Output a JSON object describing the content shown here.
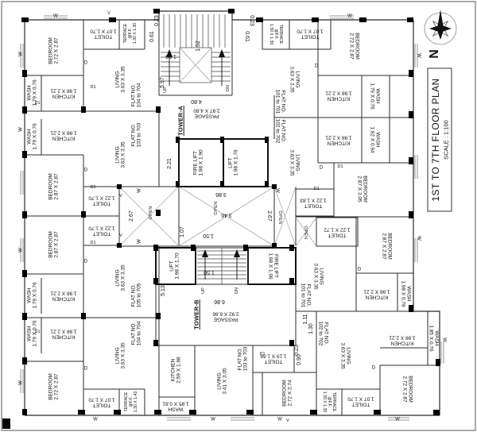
{
  "title_block": {
    "title": "1ST TO 7TH FLOOR PLAN",
    "scale": "SCALE : 1:100"
  },
  "compass": {
    "north": "N"
  },
  "markers": {
    "window": "W",
    "door": "D",
    "door_small": "D1",
    "vent": "V",
    "open": "OPEN",
    "up": "UP",
    "down": "DN"
  },
  "tower_a": {
    "name": "TOWER-A",
    "passage": "PASSAGE\n2.97 X 4.80",
    "passage_width": "4.80",
    "fire_lift": "FIRE LIFT\n1.98 X 1.90",
    "lift": "LIFT\n1.98 X 1.76",
    "flight_width": "1.52",
    "landing_width": "1.50",
    "stair_length": "5.97",
    "side_offset": "0.61",
    "parapet": "0.23"
  },
  "tower_b": {
    "name": "TOWER-B",
    "passage": "PASSAGE\n2.92 X 6.86",
    "passage_width": "6.86",
    "fire_lift": "FIRE LIFT\n1.98 X 1.96",
    "lift": "LIFT\n1.98 X 1.70",
    "landing_width": "1.50",
    "stair_length": "5.13"
  },
  "court_dims": {
    "lobby_width": "2.21",
    "well_upper": "3.86",
    "well_lower": "3.46",
    "duct_left": "2.67",
    "duct_right": "2.67",
    "ledge": "1.07",
    "stair_head": "1.50",
    "entry_a": "1.11",
    "entry_b": "1.30",
    "toilet_offset": "0.23",
    "toilet_width": "0.90"
  },
  "flats": {
    "a104": {
      "flat_no": "FLAT NO.\n104 to 704",
      "bedroom": "BEDROOM\n2.72 X 2.87",
      "toilet": "TOILET\n1.07 X 1.70",
      "terrace": "TERRACE\n@F.F.\n1.30 X 1.30",
      "wash": "WASH\n1.79 X 0.76",
      "kitchen": "KITCHEN\n1.98 X 2.21",
      "living": "LIVING\n3.63 X 3.35"
    },
    "a103": {
      "flat_no": "FLAT NO.\n103 to 703",
      "wash": "WASH\n1.79 X 0.76",
      "kitchen": "KITCHEN\n1.98 X 2.21",
      "living": "LIVING\n3.63 X 3.35",
      "bedroom": "BEDROOM\n2.87 X 2.87",
      "toilet": "TOILET\n1.22 X 1.70"
    },
    "a101": {
      "flat_no": "FLAT NO.\n101 to 701",
      "terrace": "TERRACE\n@F.F.\n1.30 X 1.30",
      "toilet": "TOILET\n1.07 X 1.70",
      "bedroom": "BEDROOM\n2.72 X 2.87",
      "living": "LIVING\n3.63 X 3.35",
      "kitchen": "KITCHEN\n1.98 X 2.21",
      "wash": "WASH\n1.79 X 0.76"
    },
    "a102": {
      "flat_no": "FLAT NO.\n102 to 702",
      "living": "LIVING\n3.63 X 3.35",
      "kitchen": "KITCHEN\n1.98 X 2.21",
      "wash": "WASH\n1.92 X 0.94",
      "bedroom": "BEDROOM\n2.87 X 3.05",
      "toilet": "TOILET\n1.22 X 1.83"
    },
    "b101": {
      "flat_no": "FLAT NO.\n101 to 701",
      "living": "LIVING\n3.63 X 3.35",
      "bedroom": "BEDROOM\n2.87 X 2.87",
      "toilet": "TOILET\n1.22 X 1.72",
      "kitchen": "KITCHEN\n1.98 X 2.21",
      "wash": "WASH\n1.98 X 0.76"
    },
    "b102": {
      "flat_no": "FLAT NO.\n102 to 702",
      "living": "LIVING\n3.63 X 3.35",
      "kitchen": "KITCHEN\n1.98 X 2.21",
      "wash": "WASH\n1.85 X 0.76",
      "bedroom": "BEDROOM\n2.72 X 2.87",
      "toilet": "TOILET\n1.07 X 1.70",
      "terrace": "TERRACE\n@F.F.\n1.30 X 1.30"
    },
    "b103": {
      "flat_no": "FLAT NO.\n103 to 703",
      "kitchen": "KITCHEN\n2.59 X 1.98",
      "wash": "WASH\n1.85 X 0.81",
      "living": "LIVING\n3.41 X 3.05",
      "toilet": "TOILET\n1.19 X 1.68",
      "bedroom": "BEDROOM\n2.72 X 2.74"
    },
    "b104": {
      "flat_no": "FLAT NO.\n104 to 704",
      "wash": "WASH\n1.79 X 0.76",
      "kitchen": "KITCHEN\n1.98 X 2.21",
      "living": "LIVING\n3.63 X 3.35",
      "bedroom": "BEDROOM\n2.72 X 2.87",
      "toilet": "TOILET\n1.07 X 1.70",
      "terrace": "TERRACE\n@F.F.\n1.30 X 1.43"
    },
    "b105": {
      "flat_no": "FLAT NO.\n105 to 705",
      "living": "LIVING\n3.63 X 3.35",
      "wash": "WASH\n1.79 X 0.76",
      "kitchen": "KITCHEN\n1.98 X 2.21",
      "bedroom": "BEDROOM\n2.87 X 2.87",
      "toilet": "TOILET\n1.22 X 1.70"
    }
  }
}
